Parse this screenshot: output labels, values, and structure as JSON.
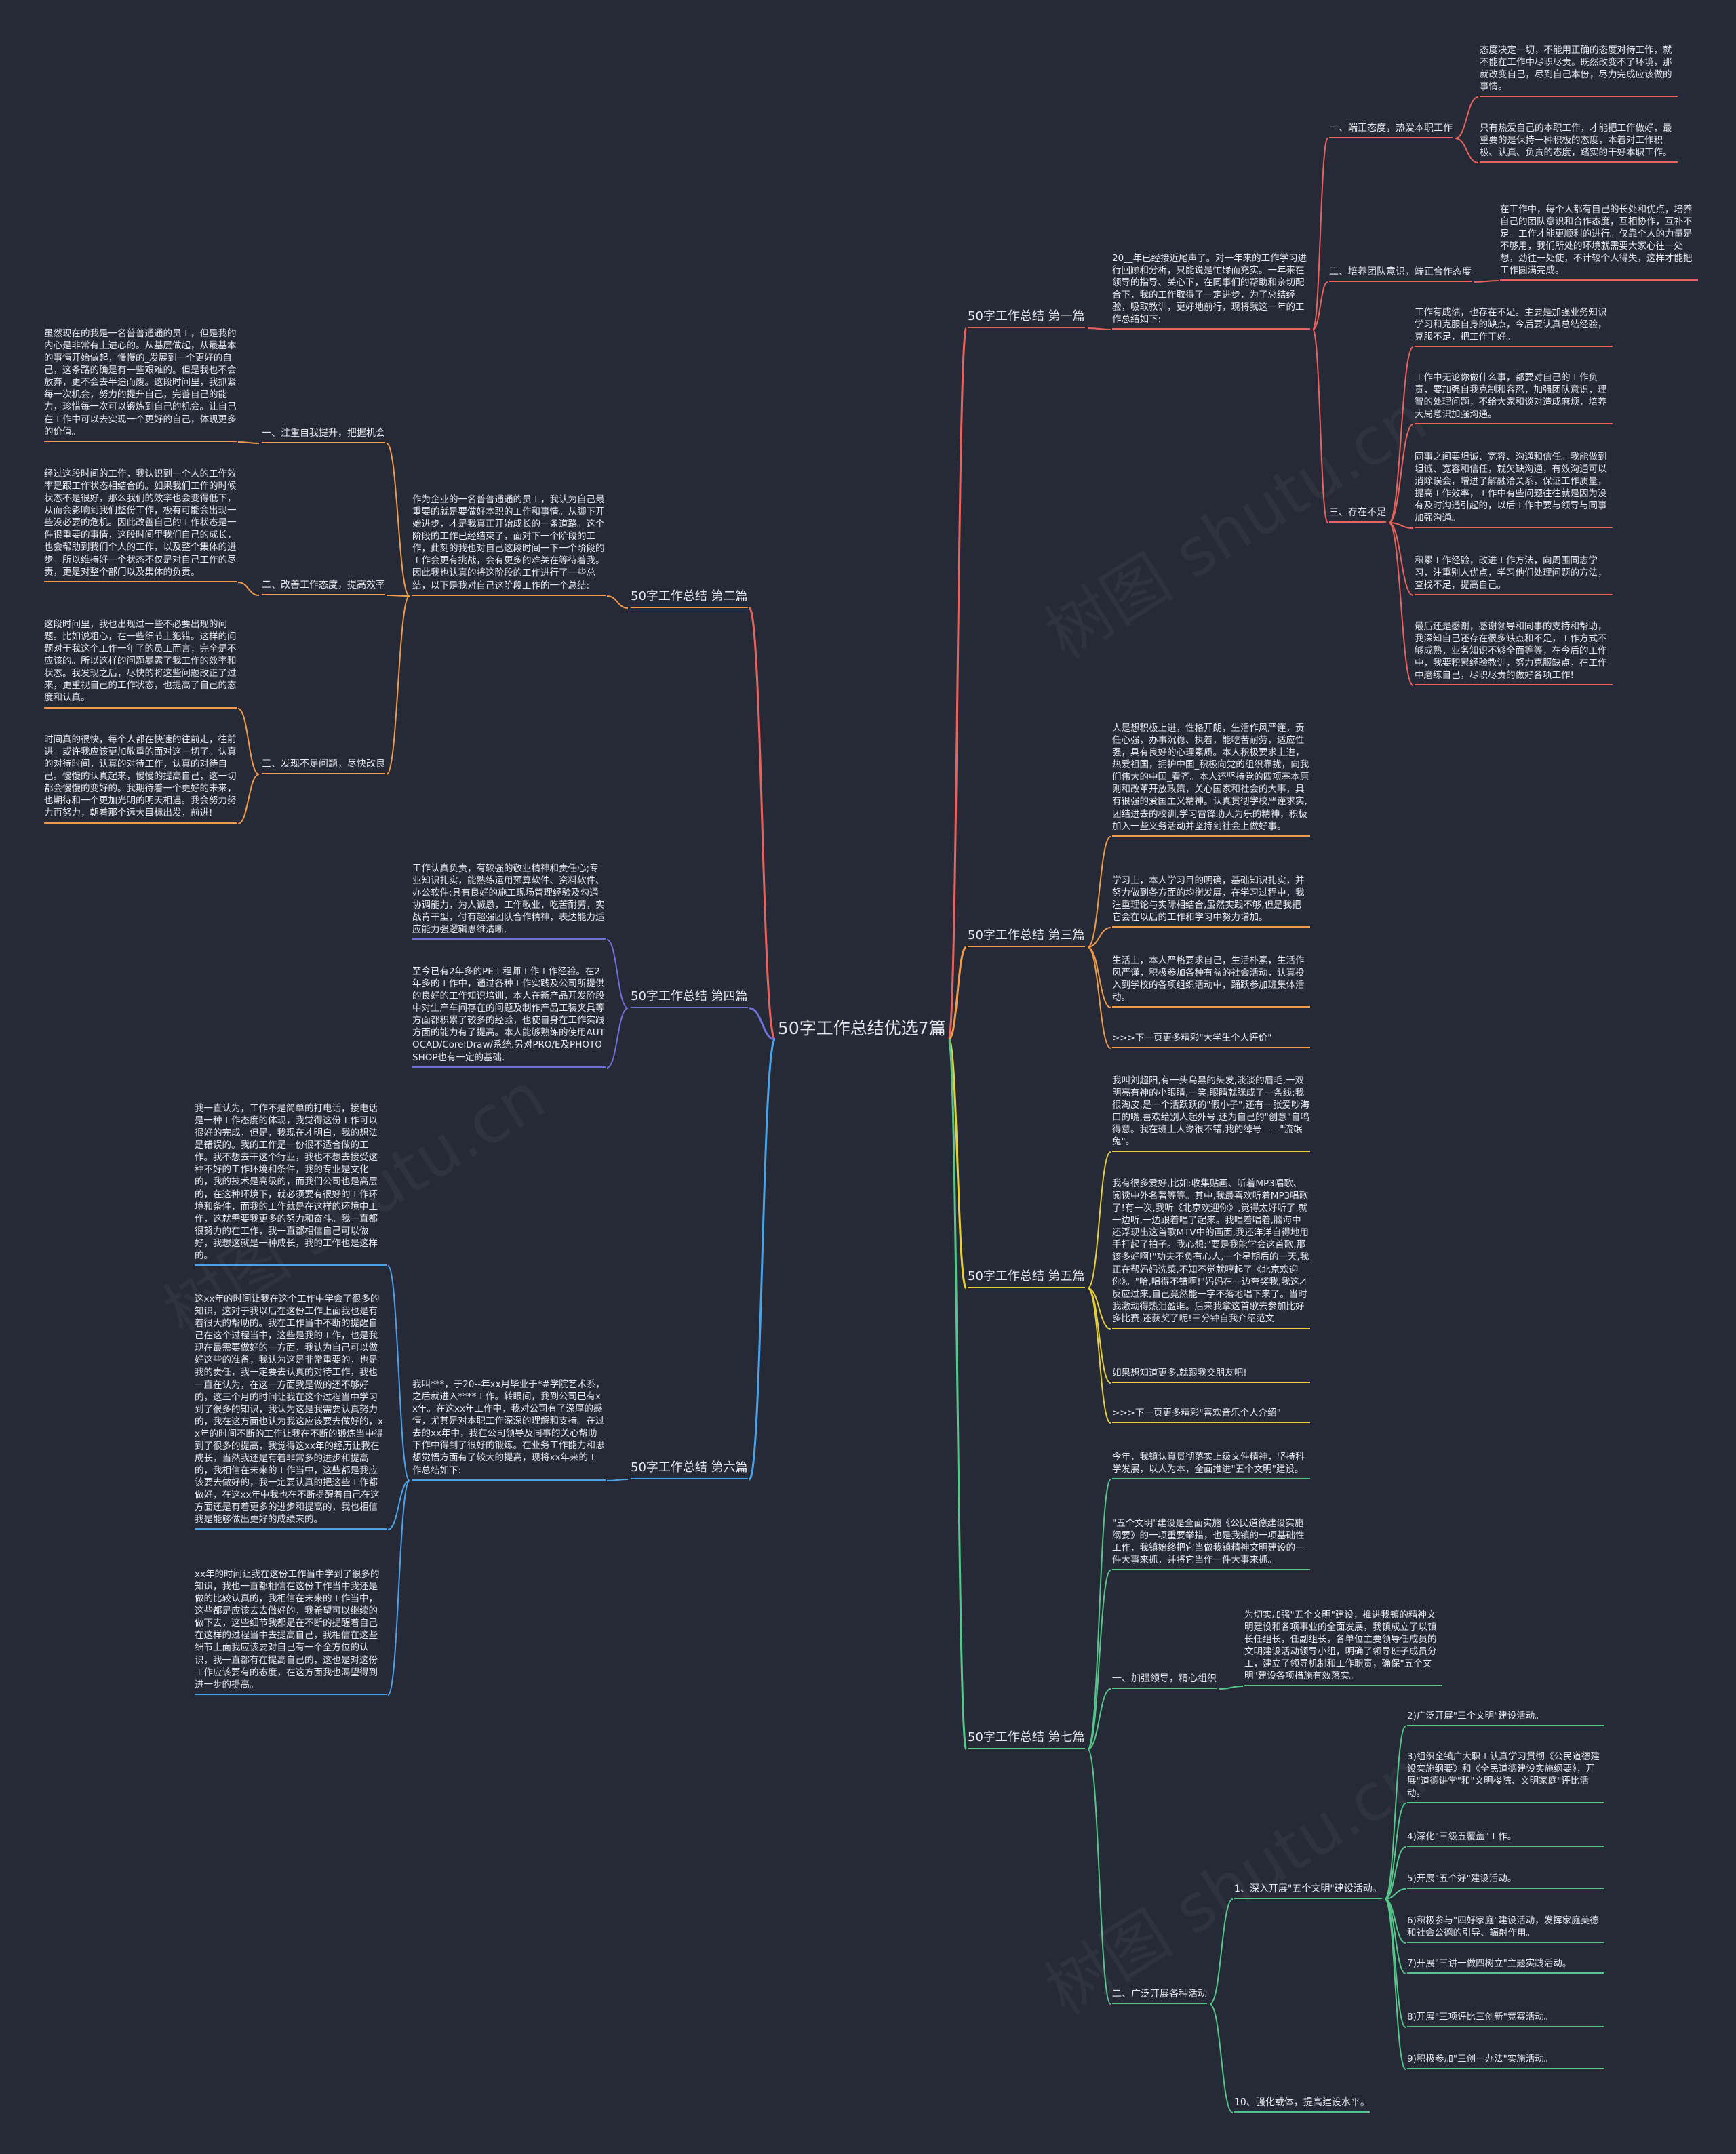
{
  "colors": {
    "background": "#262a36",
    "text": "#e6e8ee",
    "red": "#e8635e",
    "orange": "#f09a4a",
    "indigo": "#6f6fd8",
    "blue": "#4aa3e8",
    "yellow": "#e8cf3a",
    "green": "#56c68a"
  },
  "root": {
    "title": "50字工作总结优选7篇"
  },
  "branches": [
    {
      "id": "b1",
      "title": "50字工作总结 第一篇",
      "intro": "20__年已经接近尾声了。对一年来的工作学习进行回顾和分析，只能说是忙碌而充实。一年来在领导的指导、关心下，在同事们的帮助和亲切配合下，我的工作取得了一定进步，为了总结经验，吸取教训，更好地前行，现将我这一年的工作总结如下:",
      "subs": [
        {
          "id": "b1s1",
          "title": "一、端正态度，热爱本职工作",
          "leaves": [
            "态度决定一切，不能用正确的态度对待工作，就不能在工作中尽职尽责。既然改变不了环境，那就改变自己，尽到自己本份，尽力完成应该做的事情。",
            "只有热爱自己的本职工作，才能把工作做好，最重要的是保持一种积极的态度，本着对工作积极、认真、负责的态度，踏实的干好本职工作。"
          ]
        },
        {
          "id": "b1s2",
          "title": "二、培养团队意识，端正合作态度",
          "leaves": [
            "在工作中，每个人都有自己的长处和优点，培养自己的团队意识和合作态度，互相协作，互补不足。工作才能更顺利的进行。仅靠个人的力量是不够用，我们所处的环境就需要大家心往一处想，劲往一处使，不计较个人得失，这样才能把工作圆满完成。"
          ]
        },
        {
          "id": "b1s3",
          "title": "三、存在不足",
          "leaves": [
            "工作有成绩，也存在不足。主要是加强业务知识学习和克服自身的缺点，今后要认真总结经验，克服不足，把工作干好。",
            "工作中无论你做什么事，都要对自己的工作负责，要加强自我克制和容忍，加强团队意识，理智的处理问题，不给大家和谈对造成麻烦，培养大局意识加强沟通。",
            "同事之间要坦诚、宽容、沟通和信任。我能做到坦诚、宽容和信任，就欠缺沟通，有效沟通可以消除误会，增进了解融洽关系，保证工作质量，提高工作效率，工作中有些问题往往就是因为没有及时沟通引起的，以后工作中要与领导与同事加强沟通。",
            "积累工作经验，改进工作方法，向周围同志学习，注重别人优点，学习他们处理问题的方法，查找不足，提高自己。",
            "最后还是感谢，感谢领导和同事的支持和帮助，我深知自己还存在很多缺点和不足，工作方式不够成熟，业务知识不够全面等等，在今后的工作中，我要积累经验教训，努力克服缺点，在工作中磨练自己，尽职尽责的做好各项工作!"
          ]
        }
      ]
    },
    {
      "id": "b2",
      "title": "50字工作总结 第二篇",
      "intro": "作为企业的一名普普通通的员工，我认为自己最重要的就是要做好本职的工作和事情。从脚下开始进步，才是我真正开始成长的一条道路。这个阶段的工作已经结束了，面对下一个阶段的工作，此刻的我也对自己这段时间一下一个阶段的工作会更有挑战，会有更多的难关在等待着我。因此我也认真的将这阶段的工作进行了一些总结，以下是我对自己这阶段工作的一个总结:",
      "subs": [
        {
          "id": "b2s1",
          "title": "一、注重自我提升，把握机会",
          "leaves": [
            "虽然现在的我是一名普普通通的员工，但是我的内心是非常有上进心的。从基层做起，从最基本的事情开始做起，慢慢的_发展到一个更好的自己，这条路的确是有一些艰难的。但是我也不会放弃，更不会去半途而废。这段时间里，我抓紧每一次机会，努力的提升自己，完善自己的能力，珍惜每一次可以锻炼到自己的机会。让自己在工作中可以去实现一个更好的自己，体现更多的价值。"
          ]
        },
        {
          "id": "b2s2",
          "title": "二、改善工作态度，提高效率",
          "leaves": [
            "经过这段时间的工作，我认识到一个人的工作效率是跟工作状态相结合的。如果我们工作的时候状态不是很好，那么我们的效率也会变得低下，从而会影响到我们整份工作，极有可能会出现一些没必要的危机。因此改善自己的工作状态是一件很重要的事情，这段时间里我们自己的成长，也会帮助到我们个人的工作，以及整个集体的进步。所以维持好一个状态不仅是对自己工作的尽责，更是对整个部门以及集体的负责。"
          ]
        },
        {
          "id": "b2s3",
          "title": "三、发现不足问题，尽快改良",
          "leaves": [
            "这段时间里，我也出现过一些不必要出现的问题。比如说粗心，在一些细节上犯错。这样的问题对于我这个工作一年了的员工而言，完全是不应该的。所以这样的问题暴露了我工作的效率和状态。我发现之后，尽快的将这些问题改正了过来，更重视自己的工作状态，也提高了自己的态度和认真。",
            "时间真的很快，每个人都在快速的往前走，往前进。或许我应该更加敬重的面对这一切了。认真的对待时间，认真的对待工作，认真的对待自己。慢慢的认真起来，慢慢的提高自己，这一切都会慢慢的变好的。我期待着一个更好的未来，也期待和一个更加光明的明天相遇。我会努力努力再努力，朝着那个远大目标出发，前进!"
          ]
        }
      ]
    },
    {
      "id": "b3",
      "title": "50字工作总结 第三篇",
      "leaves": [
        "人是想积极上进，性格开朗，生活作风严谨，责任心强，办事沉稳、执着，能吃苦耐劳，适应性强，具有良好的心理素质。本人积极要求上进，热爱祖国，拥护中国_积极向党的组织靠拢，向我们伟大的中国_看齐。本人还坚持党的四项基本原则和改革开放政策，关心国家和社会的大事，具有很强的爱国主义精神。认真贯彻学校严谨求实,团结进去的校训,学习雷锋助人为乐的精神，积极加入一些义务活动并坚持到社会上做好事。",
        "学习上，本人学习目的明确，基础知识扎实，并努力做到各方面的均衡发展，在学习过程中，我注重理论与实际相结合,虽然实践不够,但是我把它会在以后的工作和学习中努力增加。",
        "生活上，本人严格要求自己，生活朴素，生活作风严谨，积极参加各种有益的社会活动，认真投入到学校的各项组织活动中，踊跃参加班集体活动。",
        ">>>下一页更多精彩\"大学生个人评价\""
      ]
    },
    {
      "id": "b4",
      "title": "50字工作总结 第四篇",
      "leaves": [
        "工作认真负责，有较强的敬业精神和责任心;专业知识扎实，能熟练运用预算软件、资料软件、办公软件;具有良好的施工现场管理经验及勾通协调能力，为人诚恳，工作敬业，吃苦耐劳，实战肯干型，付有超强团队合作精神，表达能力适应能力强逻辑思维清晰.",
        "至今已有2年多的PE工程师工作工作经验。在2年多的工作中，通过各种工作实践及公司所提供的良好的工作知识培训，本人在新产品开发阶段中对生产车间存在的问题及制作产品工装夹具等方面都积累了较多的经验，也使自身在工作实践方面的能力有了提高。本人能够熟练的使用AUTOCAD/CorelDraw/系统.另对PRO/E及PHOTOSHOP也有一定的基础."
      ]
    },
    {
      "id": "b5",
      "title": "50字工作总结 第五篇",
      "leaves": [
        "我叫刘超阳,有一头乌黑的头发,淡淡的眉毛,一双明亮有神的小眼睛,一笑,眼睛就眯成了一条线;我很淘皮,是一个活跃跃的\"假小子\",还有一张爱吵海口的嘴,喜欢给别人起外号,还为自己的\"创意\"自鸣得意。我在班上人缘很不错,我的绰号——\"流氓兔\"。",
        "我有很多爱好,比如:收集贴画、听着MP3唱歌、阅读中外名著等等。其中,我最喜欢听着MP3唱歌了!有一次,我听《北京欢迎你》,觉得太好听了,就一边听,一边跟着唱了起来。我唱着唱着,脑海中还浮现出这首歌MTV中的画面,我还洋洋自得地用手打起了拍子。我心想:\"要是我能学会这首歌,那该多好啊!\"功夫不负有心人,一个星期后的一天,我正在帮妈妈洗菜,不知不觉就哼起了《北京欢迎你》。\"哈,唱得不错啊!\"妈妈在一边夸奖我,我这才反应过来,自己竟然能一字不落地唱下来了。当时我激动得热泪盈眶。后来我拿这首歌去参加比好多比赛,还获奖了呢!三分钟自我介绍范文",
        "如果想知道更多,就跟我交朋友吧!",
        ">>>下一页更多精彩\"喜欢音乐个人介绍\""
      ]
    },
    {
      "id": "b6",
      "title": "50字工作总结 第六篇",
      "intro": "我叫***，于20--年xx月毕业于*#学院艺术系，之后就进入****工作。转眼间，我到公司已有xx年。在这xx年工作中，我对公司有了深厚的感情，尤其是对本职工作深深的理解和支持。在过去的xx年中，我在公司领导及同事的关心帮助下作中得到了很好的锻炼。在业务工作能力和思想觉悟方面有了较大的提高，现将xx年来的工作总结如下:",
      "leaves": [
        "我一直认为，工作不是简单的打电话，接电话是一种工作态度的体现，我觉得这份工作可以很好的完成，但是，我现在才明白，我的想法是错误的。我的工作是一份很不适合做的工作。我不想去干这个行业，我也不想去接受这种不好的工作环境和条件，我的专业是文化的，我的技术是高级的，而我们公司也是高层的，在这种环境下，就必须要有很好的工作环境和条件，而我的工作就是在这样的环境中工作，这就需要我更多的努力和奋斗。我一直都很努力的在工作，我一直都相信自己可以做好，我想这就是一种成长，我的工作也是这样的。",
        "这xx年的时间让我在这个工作中学会了很多的知识，这对于我以后在这份工作上面我也是有着很大的帮助的。我在工作当中不断的提醒自己在这个过程当中，这些是我的工作，也是我现在最需要做好的一方面，我认为自己可以做好这些的准备，我认为这是非常重要的，也是我的责任，我一定要去认真的对待工作，我也一直在认为，在这一方面我是做的还不够好的，这三个月的时间让我在这个过程当中学习到了很多的知识，我认为这是我需要认真努力的，我在这方面也认为我这应该要去做好的，xx年的时间不断的工作让我在不断的锻炼当中得到了很多的提高，我觉得这xx年的经历让我在成长，当然我还是有着非常多的进步和提高的，我相信在未来的工作当中，这些都是我应该要去做好的，我一定要认真的把这些工作都做好，在这xx年中我也在不断提醒着自己在这方面还是有着更多的进步和提高的，我也相信我是能够做出更好的成绩来的。",
        "xx年的时间让我在这份工作当中学到了很多的知识，我也一直都相信在这份工作当中我还是做的比较认真的，我相信在未来的工作当中，这些都是应该去去做好的，我希望可以继续的做下去，这些细节我都是在不断的提醒着自己在这样的过程当中去提高自己，我相信在这些细节上面我应该要对自己有一个全方位的认识，我一直都有在提高自己的，这也是对这份工作应该要有的态度，在这方面我也渴望得到进一步的提高。"
      ]
    },
    {
      "id": "b7",
      "title": "50字工作总结 第七篇",
      "leaves": [
        "今年，我镇认真贯彻落实上级文件精神，坚持科学发展，以人为本，全面推进\"五个文明\"建设。",
        "\"五个文明\"建设是全面实施《公民道德建设实施纲要》的一项重要举措，也是我镇的一项基础性工作，我镇始终把它当做我镇精神文明建设的一件大事来抓，并将它当作一件大事来抓。"
      ],
      "subs": [
        {
          "id": "b7s1",
          "title": "一、加强领导，精心组织",
          "leaves": [
            "为切实加强\"五个文明\"建设，推进我镇的精神文明建设和各项事业的全面发展，我镇成立了以镇长任组长，任副组长，各单位主要领导任成员的文明建设活动领导小组，明确了领导班子成员分工，建立了领导机制和工作职责，确保\"五个文明\"建设各项措施有效落实。"
          ]
        },
        {
          "id": "b7s2",
          "title": "二、广泛开展各种活动",
          "subsubs": [
            {
              "id": "b7s2a",
              "title": "1、深入开展\"五个文明\"建设活动。",
              "leaves": [
                "2)广泛开展\"三个文明\"建设活动。",
                "3)组织全镇广大职工认真学习贯彻《公民道德建设实施纲要》和《全民道德建设实施纲要》，开展\"道德讲堂\"和\"文明楼院、文明家庭\"评比活动。",
                "4)深化\"三级五覆盖\"工作。",
                "5)开展\"五个好\"建设活动。",
                "6)积极参与\"四好家庭\"建设活动，发挥家庭美德和社会公德的引导、辐射作用。",
                "7)开展\"三讲一做四树立\"主题实践活动。",
                "8)开展\"三项评比三创新\"竞赛活动。",
                "9)积极参加\"三创一办法\"实施活动。"
              ]
            },
            {
              "id": "b7s2b",
              "title": "10、强化载体，提高建设水平。",
              "leaves": []
            }
          ]
        }
      ]
    }
  ]
}
